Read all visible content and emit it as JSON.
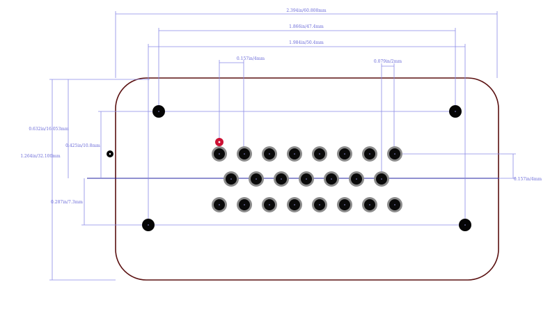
{
  "dimensions": {
    "overall_width": "2.394in/60.808mm",
    "mount_inner_width": "1.866in/47.4mm",
    "mount_outer_width": "1.984in/50.4mm",
    "pin_pitch_top": "0.157in/4mm",
    "pin_offset_right": "0.079in/2mm",
    "height_left": "0.632in/16.053mm",
    "height_inner": "0.425in/10.8mm",
    "overall_height": "1.264in/32.100mm",
    "lower_offset": "0.287in/7.3mm",
    "row_pitch_right": "0.157in/4mm"
  },
  "colors": {
    "dimension": "#8a8ae6",
    "outline": "#5a1010",
    "pin_ring": "#8c8c8c",
    "pin_core": "#0a0a0a",
    "pin1_marker": "#cc1133"
  },
  "layout_description": {
    "rows": [
      8,
      7,
      8
    ],
    "mounting_holes": 4
  }
}
